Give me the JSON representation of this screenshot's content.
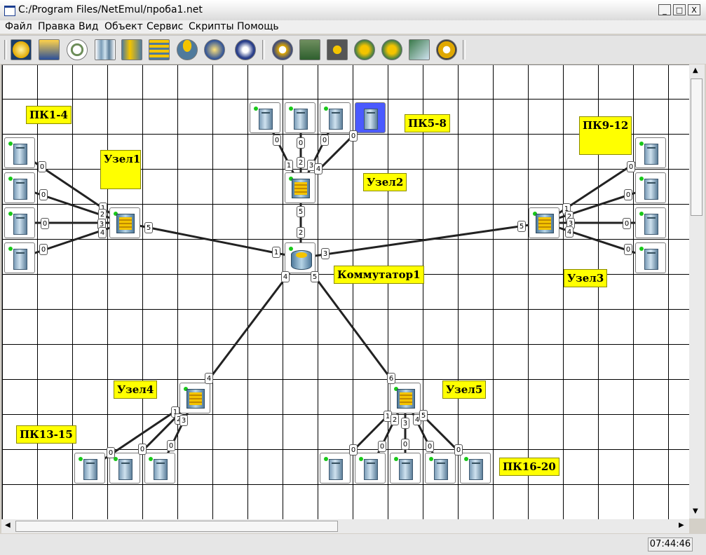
{
  "window": {
    "title": "C:/Program Files/NetEmul/проба1.net",
    "minimize": "_",
    "maximize": "□",
    "close": "X"
  },
  "menu": [
    "Файл",
    "Правка",
    "Вид",
    "Объект",
    "Сервис",
    "Скрипты",
    "Помощь"
  ],
  "toolbar": {
    "tools": [
      "cursor-tool-icon",
      "text-note-icon",
      "cable-tool-icon",
      "computer-tool-icon",
      "hub-tool-icon",
      "switch-tool-icon",
      "router-tool-icon",
      "send-tool-icon",
      "stop-icon",
      "settings-gear-icon",
      "network-card-icon",
      "tape-icon",
      "rip-router-icon",
      "arp-icon",
      "adapter-search-icon",
      "program-settings-icon"
    ]
  },
  "labels": {
    "pc1_4": "ПК1-4",
    "pc5_8": "ПК5-8",
    "pc9_12": "ПК9-12",
    "pc13_15": "ПК13-15",
    "pc16_20": "ПК16-20",
    "node1": "Узел1",
    "node2": "Узел2",
    "node3": "Узел3",
    "node4": "Узел4",
    "node5": "Узел5",
    "switch1": "Коммутатор1"
  },
  "ports": {
    "n1_up": "2",
    "n1_out": "5",
    "pc_l1": "0",
    "pc_l2": "0",
    "pc_l3": "0",
    "pc_l4": "0",
    "n1_a": "1",
    "n1_b": "3",
    "n1_c": "4",
    "n2_1": "1",
    "n2_2": "2",
    "n2_3": "3",
    "n2_4": "4",
    "n2_5": "5",
    "pc_t1": "0",
    "pc_t2": "0",
    "pc_t3": "0",
    "pc_t4": "0",
    "sw_1": "1",
    "sw_2": "2",
    "sw_3": "3",
    "sw_4": "4",
    "sw_5": "5",
    "n3_in": "5",
    "n3_1": "1",
    "n3_2": "2",
    "n3_3": "3",
    "n3_4": "4",
    "pc_r1": "0",
    "pc_r2": "0",
    "pc_r3": "0",
    "pc_r4": "0",
    "n4_in": "4",
    "n4_1": "1",
    "n4_2": "2",
    "n4_3": "3",
    "pc_b1": "0",
    "pc_b2": "0",
    "pc_b3": "0",
    "n5_in": "6",
    "n5_1": "1",
    "n5_2": "2",
    "n5_3": "3",
    "n5_4": "4",
    "n5_5": "5",
    "pc_c1": "0",
    "pc_c2": "0",
    "pc_c3": "0",
    "pc_c4": "0",
    "pc_c5": "0"
  },
  "status": {
    "time": "07:44:46"
  }
}
